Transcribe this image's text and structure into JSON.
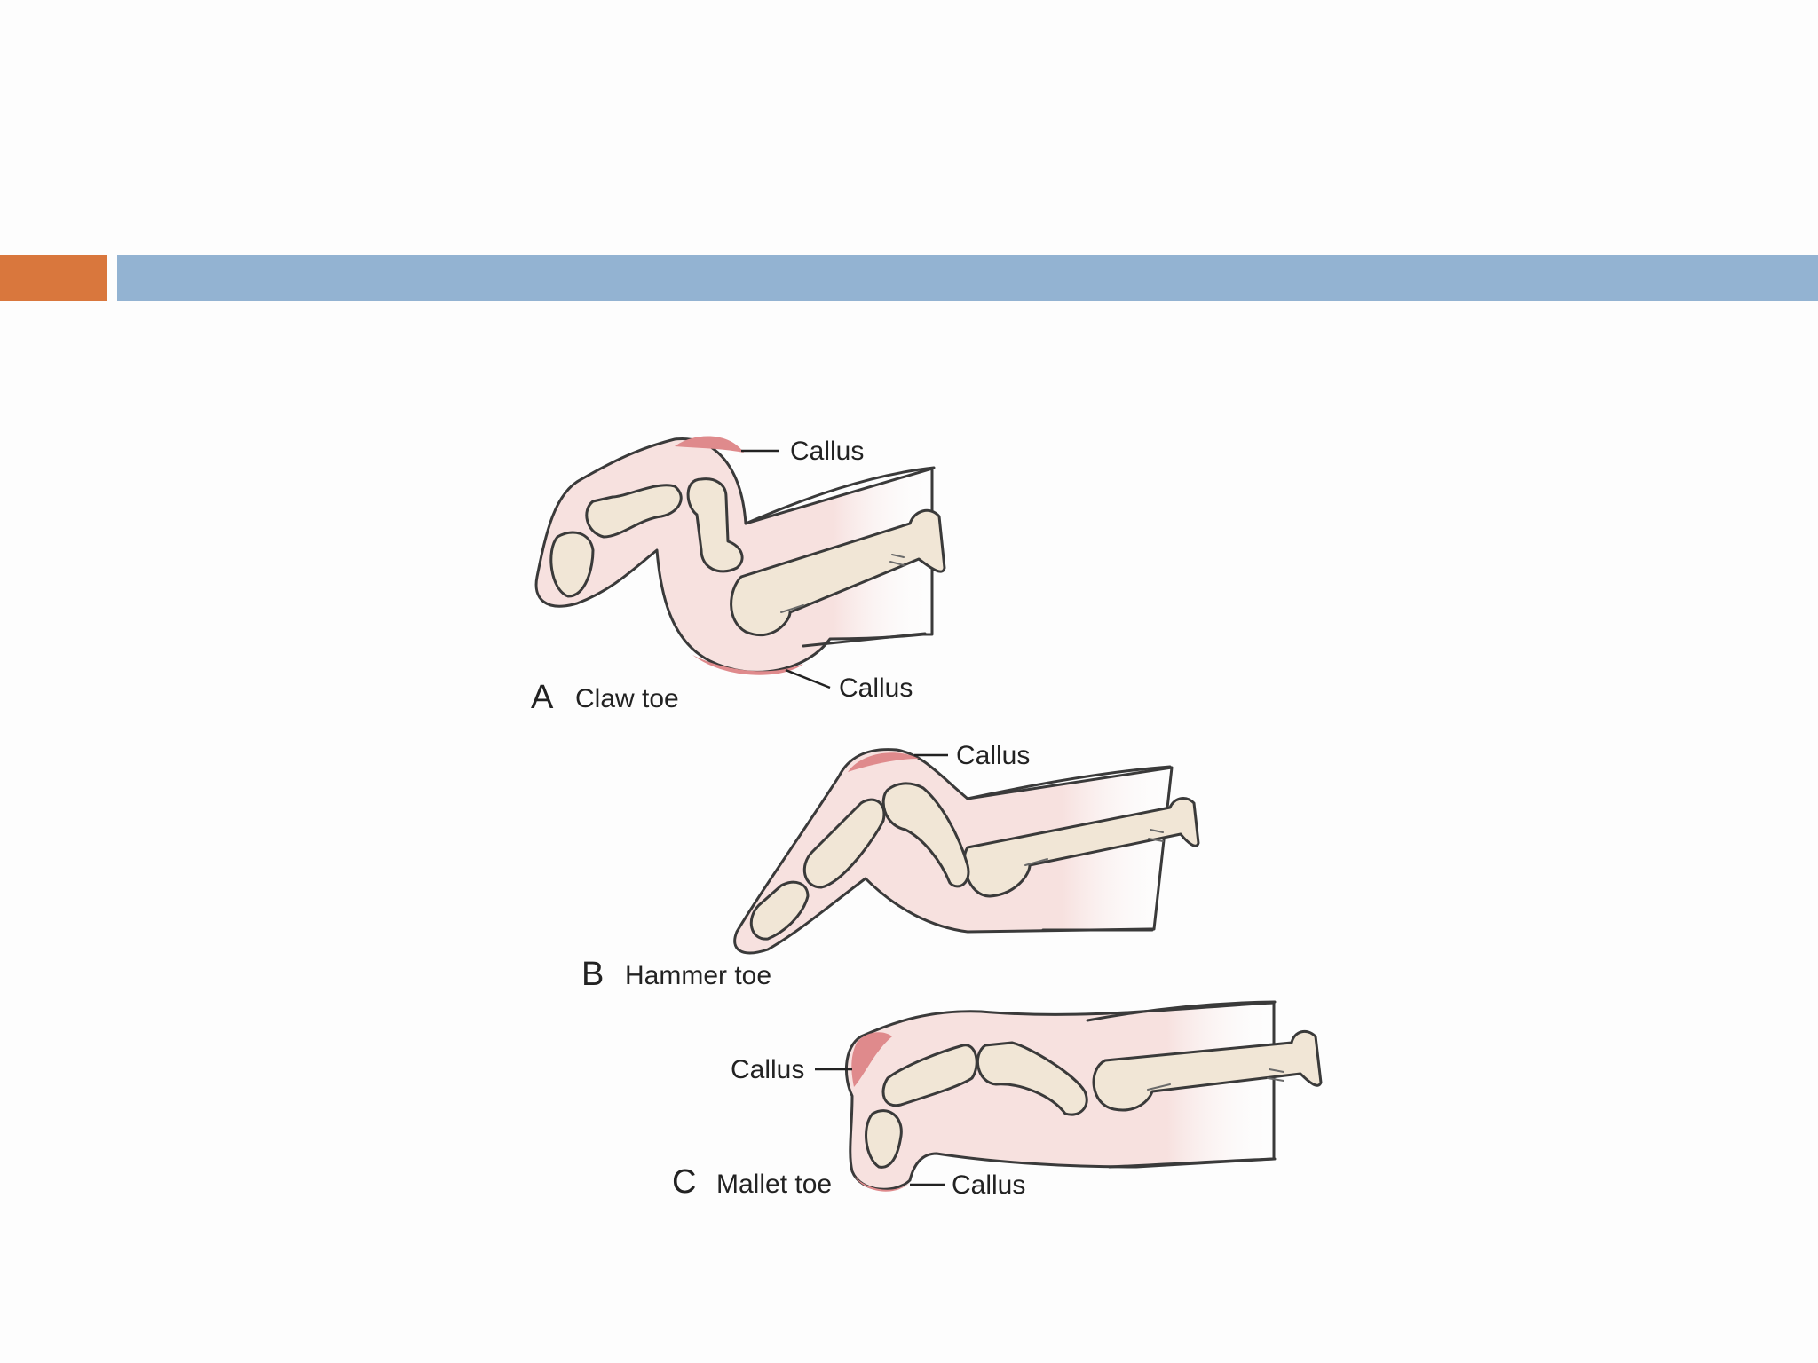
{
  "colors": {
    "accent_orange": "#d9773d",
    "accent_blue": "#93b3d2",
    "skin": "#f7e1df",
    "callus": "#df8a8c",
    "bone": "#f1e6d6"
  },
  "figure": {
    "panel_a": {
      "letter": "A",
      "title": "Claw toe",
      "callus_top": "Callus",
      "callus_bottom": "Callus"
    },
    "panel_b": {
      "letter": "B",
      "title": "Hammer toe",
      "callus_top": "Callus"
    },
    "panel_c": {
      "letter": "C",
      "title": "Mallet toe",
      "callus_tip": "Callus",
      "callus_bottom": "Callus"
    }
  }
}
